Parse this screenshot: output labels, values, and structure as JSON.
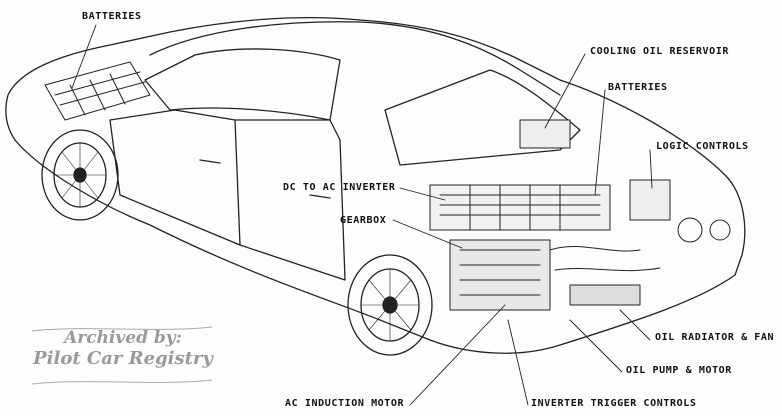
{
  "labels": {
    "batteries_front": "BATTERIES",
    "cooling_oil_reservoir": "COOLING OIL RESERVOIR",
    "batteries_rear": "BATTERIES",
    "logic_controls": "LOGIC CONTROLS",
    "dc_to_ac_inverter": "DC TO AC INVERTER",
    "gearbox": "GEARBOX",
    "oil_radiator_fan": "OIL RADIATOR & FAN",
    "oil_pump_motor": "OIL PUMP & MOTOR",
    "ac_induction_motor": "AC INDUCTION MOTOR",
    "inverter_trigger_controls": "INVERTER TRIGGER CONTROLS"
  },
  "watermark": {
    "line1": "Archived by:",
    "line2": "Pilot Car Registry"
  }
}
